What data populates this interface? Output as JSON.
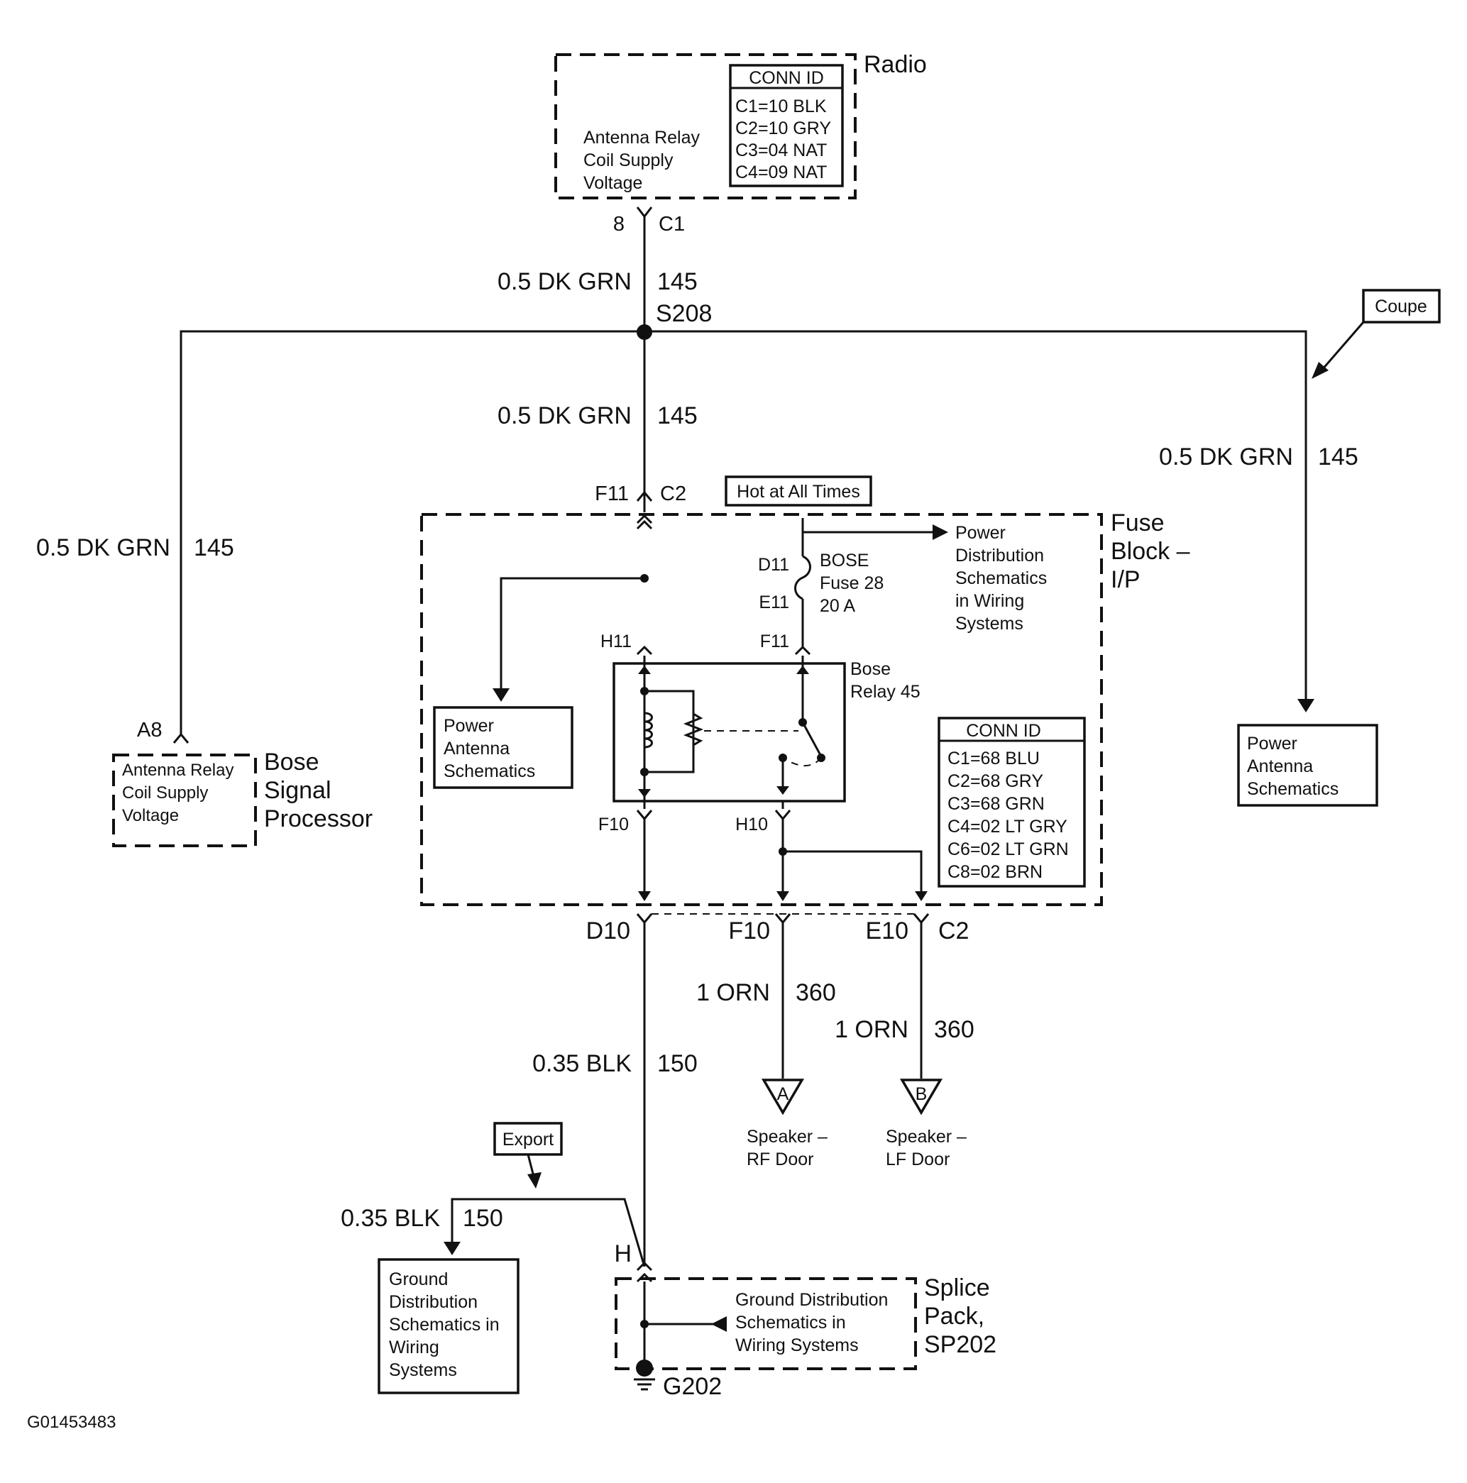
{
  "radio": {
    "title": "Radio",
    "conn_id_title": "CONN ID",
    "conn": [
      "C1=10 BLK",
      "C2=10 GRY",
      "C3=04 NAT",
      "C4=09 NAT"
    ],
    "desc": [
      "Antenna Relay",
      "Coil Supply",
      "Voltage"
    ],
    "pin": "8",
    "connector": "C1"
  },
  "wires": {
    "w1_label": "0.5 DK GRN",
    "w1_circuit": "145",
    "splice": "S208",
    "w2_label": "0.5 DK GRN",
    "w2_circuit": "145",
    "left_label": "0.5 DK GRN",
    "left_circuit": "145",
    "right_label": "0.5 DK GRN",
    "right_circuit": "145",
    "gnd_label": "0.35 BLK",
    "gnd_circuit": "150",
    "rf_label": "1 ORN",
    "rf_circuit": "360",
    "lf_label": "1 ORN",
    "lf_circuit": "360",
    "export_label": "0.35 BLK",
    "export_circuit": "150"
  },
  "coupe_tag": "Coupe",
  "export_tag": "Export",
  "hot_tag": "Hot at All Times",
  "fuse_block": {
    "title": [
      "Fuse",
      "Block –",
      "I/P"
    ],
    "top_pin": "F11",
    "top_conn": "C2",
    "fuse_pin_in": "D11",
    "fuse_pin_out": "E11",
    "fuse_name": [
      "BOSE",
      "Fuse 28",
      "20 A"
    ],
    "power_dist": [
      "Power",
      "Distribution",
      "Schematics",
      "in Wiring",
      "Systems"
    ],
    "h11": "H11",
    "f11": "F11",
    "relay_name": [
      "Bose",
      "Relay 45"
    ],
    "f10": "F10",
    "h10": "H10",
    "conn_id_title": "CONN ID",
    "conn": [
      "C1=68 BLU",
      "C2=68 GRY",
      "C3=68 GRN",
      "C4=02 LT GRY",
      "C6=02 LT GRN",
      "C8=02 BRN"
    ],
    "bottom_pins": [
      "D10",
      "F10",
      "E10"
    ],
    "bottom_conn": "C2"
  },
  "power_antenna_inner": [
    "Power",
    "Antenna",
    "Schematics"
  ],
  "power_antenna_right": [
    "Power",
    "Antenna",
    "Schematics"
  ],
  "bose_processor": {
    "pin": "A8",
    "desc": [
      "Antenna Relay",
      "Coil Supply",
      "Voltage"
    ],
    "title": [
      "Bose",
      "Signal",
      "Processor"
    ]
  },
  "speakers": {
    "a_letter": "A",
    "a_name": [
      "Speaker –",
      "RF Door"
    ],
    "b_letter": "B",
    "b_name": [
      "Speaker –",
      "LF Door"
    ]
  },
  "ground_left": [
    "Ground",
    "Distribution",
    "Schematics in",
    "Wiring",
    "Systems"
  ],
  "splice_pack": {
    "pin": "H",
    "desc": [
      "Ground Distribution",
      "Schematics in",
      "Wiring Systems"
    ],
    "title": [
      "Splice",
      "Pack,",
      "SP202"
    ],
    "ground": "G202"
  },
  "figure_id": "G01453483"
}
